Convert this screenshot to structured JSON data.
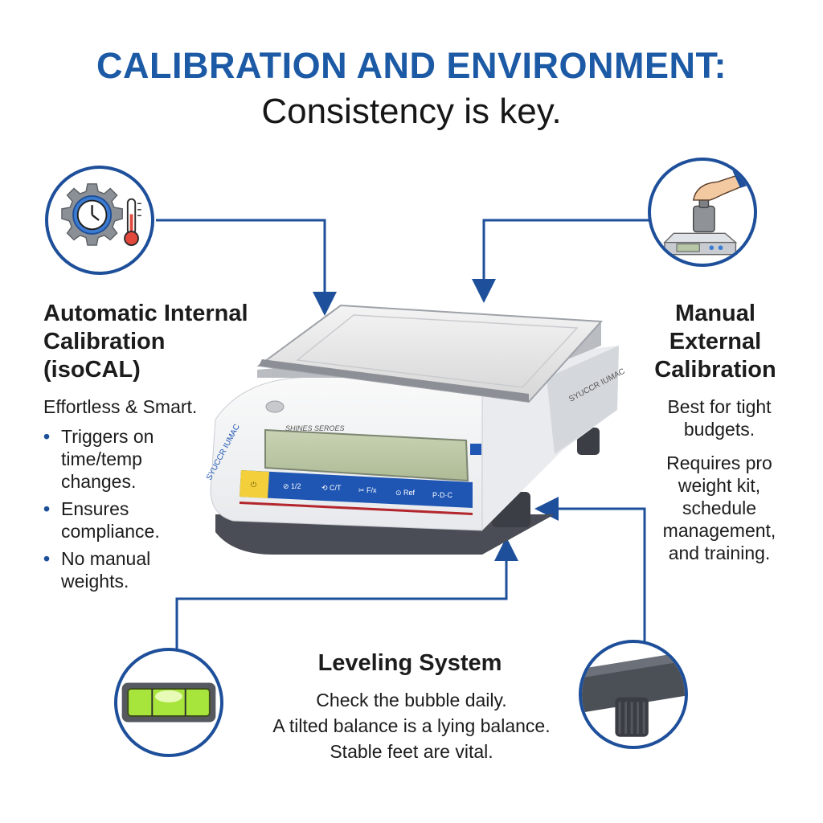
{
  "title": "CALIBRATION AND ENVIRONMENT:",
  "subtitle": "Consistency is key.",
  "left_panel": {
    "icon": "gear-clock-thermometer-icon",
    "heading_lines": [
      "Automatic Internal",
      "Calibration",
      "(isoCAL)"
    ],
    "tagline": "Effortless & Smart.",
    "bullets": [
      [
        "Triggers on",
        "time/temp",
        "changes."
      ],
      [
        "Ensures",
        "compliance."
      ],
      [
        "No manual",
        "weights."
      ]
    ]
  },
  "right_panel": {
    "icon": "hand-placing-weight-icon",
    "heading_lines": [
      "Manual",
      "External",
      "Calibration"
    ],
    "paragraph1_lines": [
      "Best for tight",
      "budgets."
    ],
    "paragraph2_lines": [
      "Requires pro",
      "weight kit,",
      "schedule",
      "management,",
      "and training."
    ]
  },
  "bottom_panel": {
    "left_icon": "bubble-level-icon",
    "right_icon": "leveling-foot-icon",
    "heading": "Leveling System",
    "lines": [
      "Check the bubble daily.",
      "A tilted balance is a lying balance.",
      "Stable feet are vital."
    ]
  },
  "balance": {
    "model_text": "SHINES SEROES",
    "side_text": "SYUCCR IUMAC",
    "side_text_right": "SYUCCR IUMAC",
    "keys": [
      "⏻",
      "⊘ 1/2",
      "⟲ C/T",
      "✂ F/x",
      "⊙ Ref",
      "P·D·C"
    ]
  },
  "colors": {
    "accent": "#1c5aa5",
    "connector": "#1e4f9a",
    "keypad": "#1f56b4",
    "power_key": "#f2cf3b"
  }
}
